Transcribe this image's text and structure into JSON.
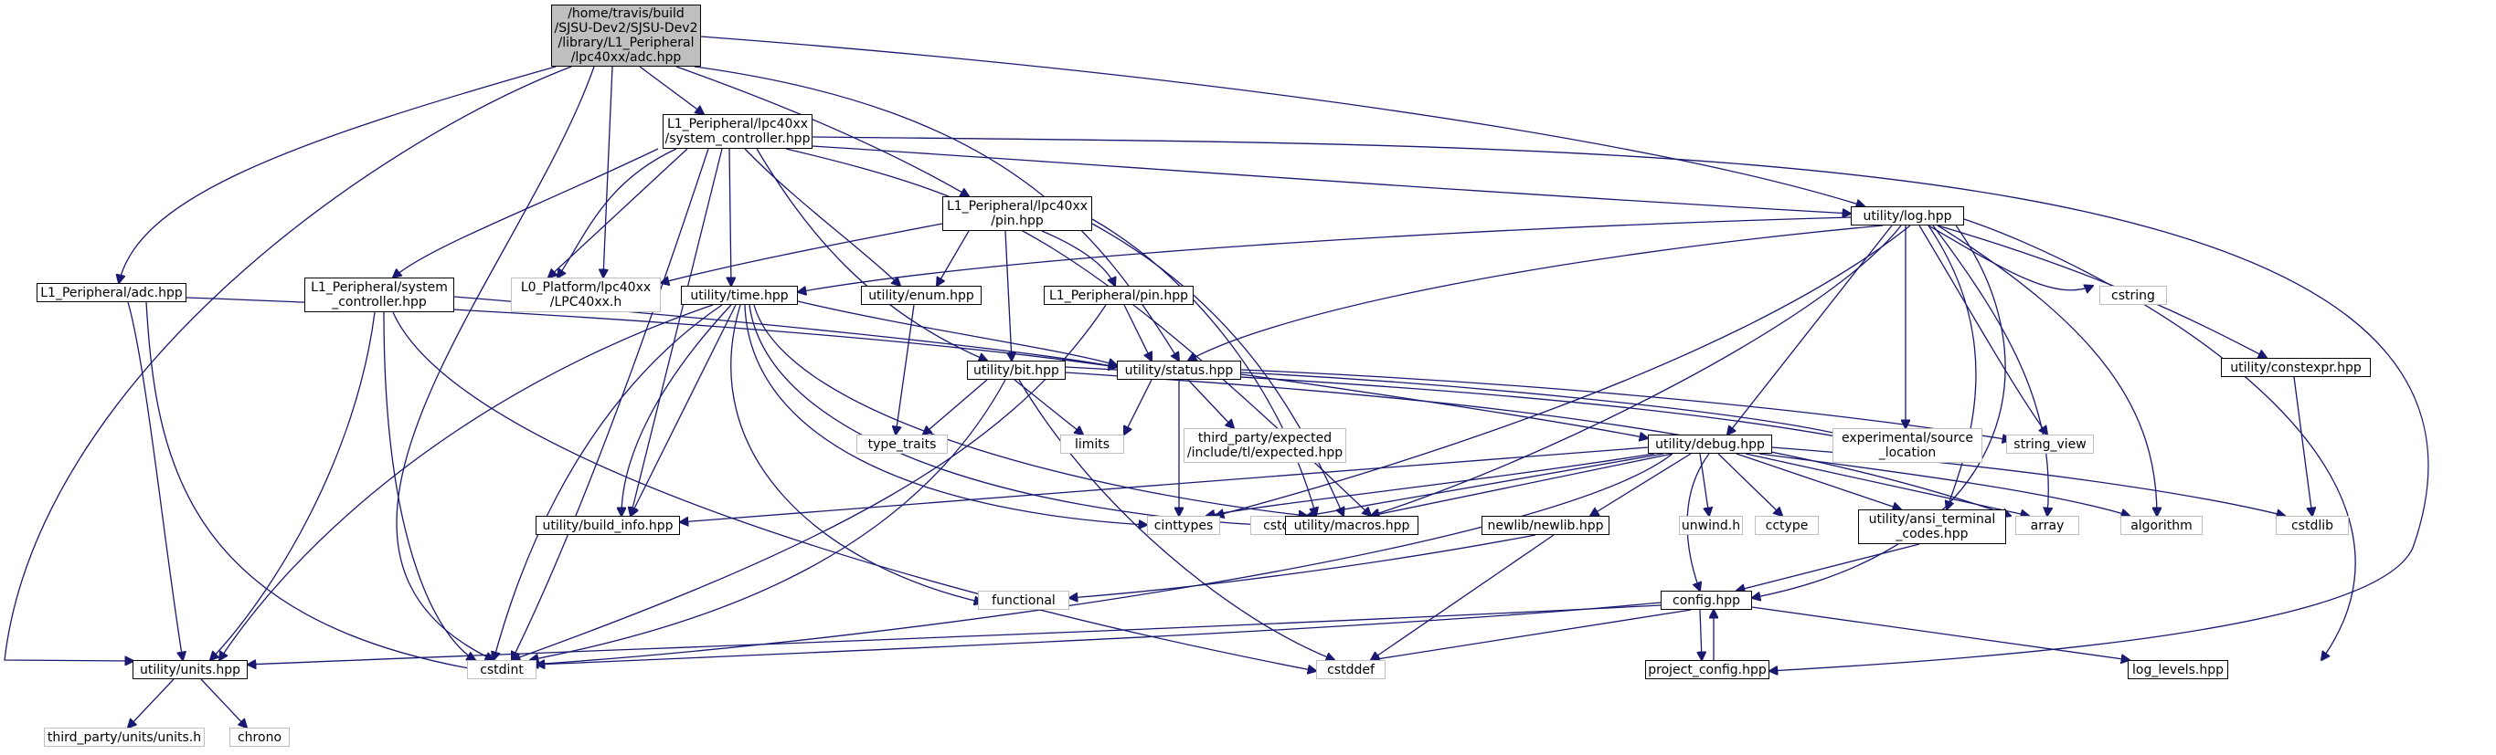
{
  "nodes": {
    "root": "/home/travis/build\n/SJSU-Dev2/SJSU-Dev2\n/library/L1_Peripheral\n/lpc40xx/adc.hpp",
    "sysctl_lpc": "L1_Peripheral/lpc40xx\n/system_controller.hpp",
    "pin_lpc": "L1_Peripheral/lpc40xx\n/pin.hpp",
    "log": "utility/log.hpp",
    "adc": "L1_Peripheral/adc.hpp",
    "sysctl": "L1_Peripheral/system\n_controller.hpp",
    "lpc40xx_h": "L0_Platform/lpc40xx\n/LPC40xx.h",
    "time": "utility/time.hpp",
    "enum": "utility/enum.hpp",
    "pin": "L1_Peripheral/pin.hpp",
    "cstring": "cstring",
    "constexpr": "utility/constexpr.hpp",
    "bit": "utility/bit.hpp",
    "status": "utility/status.hpp",
    "type_traits": "type_traits",
    "limits": "limits",
    "expected": "third_party/expected\n/include/tl/expected.hpp",
    "source_location": "experimental/source\n_location",
    "string_view": "string_view",
    "debug": "utility/debug.hpp",
    "build_info": "utility/build_info.hpp",
    "cinttypes": "cinttypes",
    "cstdio": "cstdio",
    "macros": "utility/macros.hpp",
    "unwind": "unwind.h",
    "cctype": "cctype",
    "ansi": "utility/ansi_terminal\n_codes.hpp",
    "array": "array",
    "algorithm": "algorithm",
    "cstdlib": "cstdlib",
    "newlib": "newlib/newlib.hpp",
    "functional": "functional",
    "config": "config.hpp",
    "units": "utility/units.hpp",
    "cstdint": "cstdint",
    "cstddef": "cstddef",
    "project_config": "project_config.hpp",
    "log_levels": "log_levels.hpp",
    "units_h": "third_party/units/units.h",
    "chrono": "chrono"
  },
  "colors": {
    "edge": "#191970",
    "root_fill": "#bfbfbf",
    "system_border": "#bfbfbf",
    "doc_border": "#000000"
  }
}
